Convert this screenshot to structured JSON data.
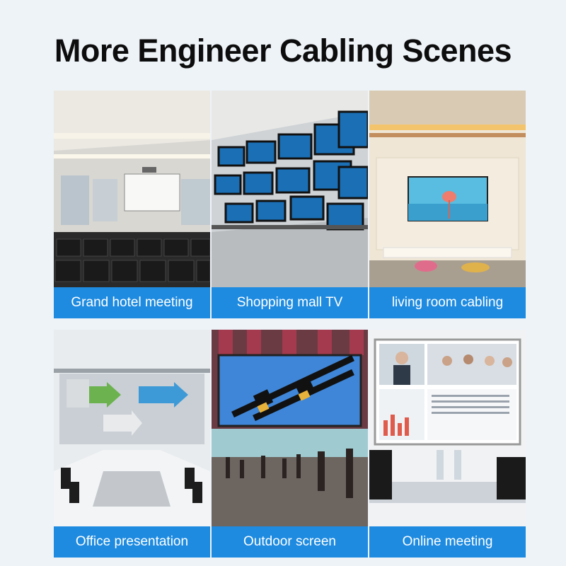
{
  "title": "More Engineer Cabling Scenes",
  "scenes": [
    {
      "caption": "Grand hotel meeting",
      "icon": "conference-room-photo"
    },
    {
      "caption": "Shopping mall TV",
      "icon": "tv-display-wall-photo"
    },
    {
      "caption": "living room cabling",
      "icon": "living-room-tv-photo"
    },
    {
      "caption": "Office presentation",
      "icon": "projector-screen-photo"
    },
    {
      "caption": "Outdoor screen",
      "icon": "hdmi-cable-outdoor-photo"
    },
    {
      "caption": "Online meeting",
      "icon": "video-conference-photo"
    }
  ],
  "colors": {
    "caption_bar": "#1e8be0",
    "background": "#eef3f8",
    "title": "#0d0d0d"
  }
}
